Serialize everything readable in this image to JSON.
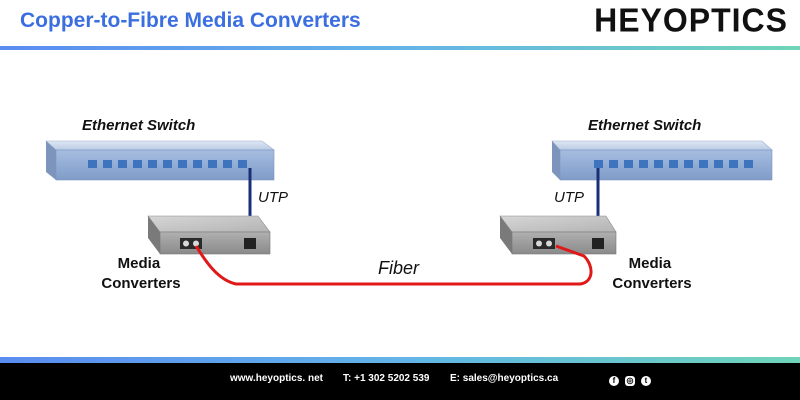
{
  "header": {
    "title": "Copper-to-Fibre Media Converters",
    "brand": "HEYOPTICS"
  },
  "diagram": {
    "left_switch_label": "Ethernet Switch",
    "right_switch_label": "Ethernet Switch",
    "left_cable_label": "UTP",
    "right_cable_label": "UTP",
    "fiber_label": "Fiber",
    "left_converter_label": [
      "Media",
      "Converters"
    ],
    "right_converter_label": [
      "Media",
      "Converters"
    ],
    "colors": {
      "switch_top": "#c3d3e8",
      "switch_front": "#8ea8d0",
      "port": "#4a7fc4",
      "utp": "#1a2f7a",
      "fiber": "#e01818",
      "converter": "#9a9a9a"
    }
  },
  "footer": {
    "website": "www.heyoptics. net",
    "phone": "T: +1 302 5202 539",
    "email": "E: sales@heyoptics.ca",
    "icons": [
      "facebook-icon",
      "instagram-icon",
      "twitter-icon"
    ]
  }
}
